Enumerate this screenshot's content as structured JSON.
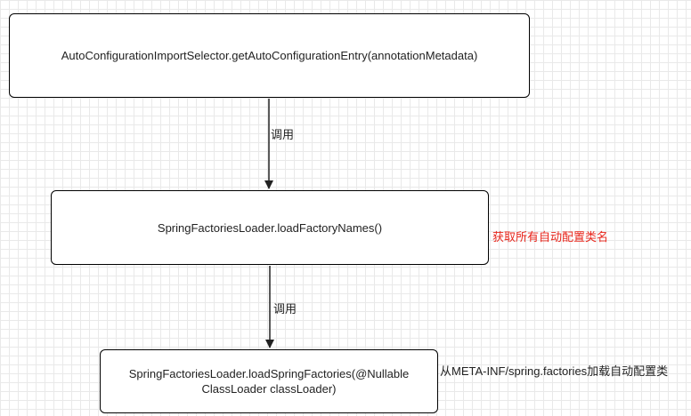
{
  "nodes": {
    "entry": "AutoConfigurationImportSelector.getAutoConfigurationEntry(annotationMetadata)",
    "load_names": "SpringFactoriesLoader.loadFactoryNames()",
    "load_factories": "SpringFactoriesLoader.loadSpringFactories(@Nullable ClassLoader classLoader)"
  },
  "edges": {
    "call_1": "调用",
    "call_2": "调用"
  },
  "annotations": {
    "get_all_names": "获取所有自动配置类名",
    "load_from_meta": "从META-INF/spring.factories加载自动配置类",
    "get_all_names_color": "#e8251b"
  }
}
